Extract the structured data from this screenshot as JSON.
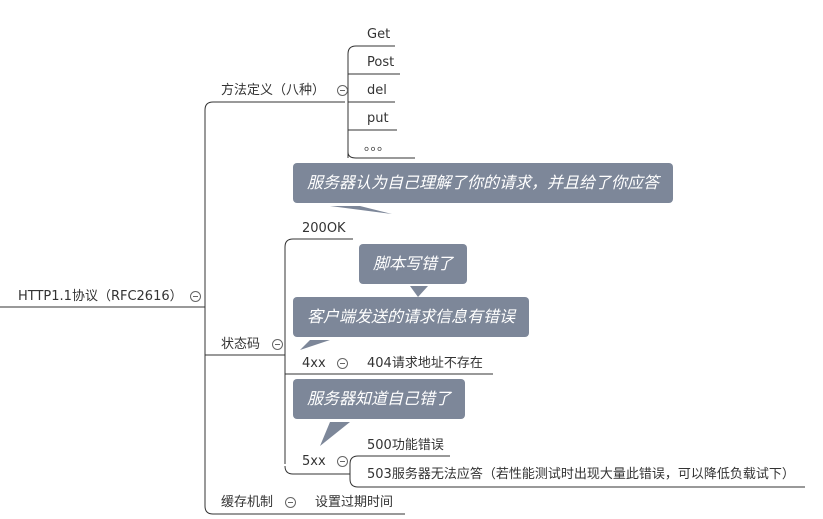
{
  "root": {
    "label": "HTTP1.1协议（RFC2616）"
  },
  "branches": {
    "methods": {
      "label": "方法定义（八种）",
      "items": [
        "Get",
        "Post",
        "del",
        "put",
        "。。。"
      ]
    },
    "status": {
      "label": "状态码",
      "ok": "200OK",
      "client": {
        "label": "4xx",
        "child": "404请求地址不存在"
      },
      "server": {
        "label": "5xx",
        "children": [
          "500功能错误",
          "503服务器无法应答（若性能测试时出现大量此错误，可以降低负载试下）"
        ]
      }
    },
    "cache": {
      "label": "缓存机制",
      "child": "设置过期时间"
    }
  },
  "callouts": {
    "ok_note": "服务器认为自己理解了你的请求，并且给了你应答",
    "script_note": "脚本写错了",
    "client_note": "客户端发送的请求信息有错误",
    "server_note": "服务器知道自己错了"
  },
  "colors": {
    "callout_bg": "#7d8799",
    "line": "#333333"
  }
}
